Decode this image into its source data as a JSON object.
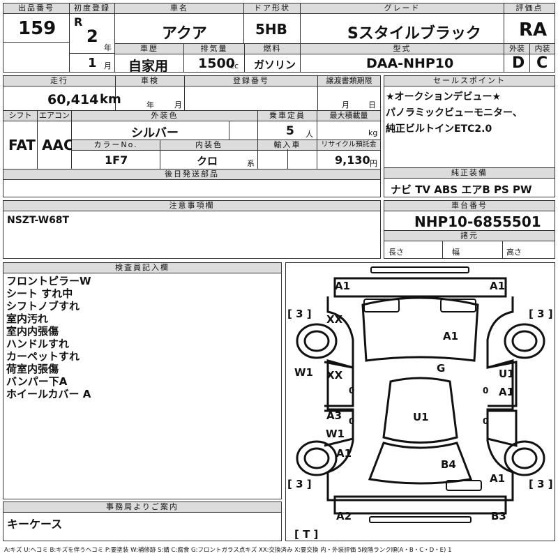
{
  "header": {
    "lot_label": "出品番号",
    "lot_value": "159",
    "first_reg_label": "初度登録",
    "era": "R",
    "year": "2",
    "year_unit": "年",
    "month": "1",
    "month_unit": "月",
    "car_name_label": "車名",
    "car_name": "アクア",
    "door_label": "ドア形状",
    "door": "5HB",
    "grade_label": "グレード",
    "grade": "Sスタイルブラック",
    "score_label": "評価点",
    "score": "RA",
    "history_label": "車歴",
    "history": "自家用",
    "displacement_label": "排気量",
    "displacement": "1500",
    "cc": "cc",
    "fuel_label": "燃料",
    "fuel": "ガソリン",
    "model_label": "型式",
    "model": "DAA-NHP10",
    "ext_label": "外装",
    "ext": "D",
    "int_label": "内装",
    "int": "C"
  },
  "row2": {
    "mileage_label": "走行",
    "mileage": "60,414",
    "km": "km",
    "inspection_label": "車検",
    "year_unit": "年",
    "month_unit": "月",
    "reg_label": "登録番号",
    "transfer_label": "譲渡書類期限",
    "t_month": "月",
    "t_day": "日",
    "shift_label": "シフト",
    "shift": "FAT",
    "ac_label": "エアコン",
    "ac": "AAC",
    "color_label": "外装色",
    "color": "シルバー",
    "capacity_label": "乗車定員",
    "capacity": "5",
    "person": "人",
    "load_label": "最大積載量",
    "kg": "kg",
    "color_no_label": "カラーNo.",
    "color_no": "1F7",
    "int_color_label": "内装色",
    "int_color": "クロ",
    "int_suffix": "系",
    "import_label": "輸入車",
    "recycle_label": "リサイクル預託金",
    "recycle": "9,130",
    "yen": "円",
    "later_parts_label": "後日発送部品"
  },
  "sales": {
    "label": "セールスポイント",
    "lines": [
      "★オークションデビュー★",
      "パノラミックビューモニター、",
      "純正ビルトインETC2.0"
    ]
  },
  "equipment": {
    "label": "純正装備",
    "items": "ナビ TV ABS エアB PS PW"
  },
  "notes": {
    "label": "注意事項欄",
    "text": "NSZT-W68T"
  },
  "chassis": {
    "label": "車台番号",
    "value": "NHP10-6855501",
    "specs_label": "諸元",
    "length": "長さ",
    "width": "幅",
    "height": "高さ"
  },
  "inspector": {
    "label": "検査員記入欄",
    "lines": [
      "フロントピラーW",
      "シート すれ中",
      "シフトノブすれ",
      "室内汚れ",
      "室内内張傷",
      "ハンドルすれ",
      "カーペットすれ",
      "荷室内張傷",
      "バンパー下A",
      "ホイールカバー A"
    ]
  },
  "office": {
    "label": "事務局よりご案内",
    "text": "キーケース"
  },
  "legend": "A:キズ U:ヘコミ B:キズを伴うヘコミ P:要塗装 W:補修跡 S:錆 C:腐食 G:フロントガラス点キズ XX:交換済み X:要交換 内・外装評価 5段階ランク順(A・B・C・D・E) 1",
  "diagram": {
    "front_left": "A1",
    "front_right": "A1",
    "tire_fl": "[ 3 ]",
    "tire_fr": "[ 3 ]",
    "tire_rl": "[ 3 ]",
    "tire_rr": "[ 3 ]",
    "spare": "[ T ]",
    "xx_top": "XX",
    "xx_mid": "XX",
    "hood": "A1",
    "glass": "G",
    "w1_left": "W1",
    "u1_right": "U1",
    "a1_right": "A1",
    "a3": "A3",
    "w1_door": "W1",
    "roof": "U1",
    "a1_rear_left": "A1",
    "b4": "B4",
    "a1_rear_right": "A1",
    "a2": "A2",
    "b3": "B3",
    "zero1": "0",
    "zero2": "0",
    "zero3": "0",
    "zero4": "0"
  }
}
